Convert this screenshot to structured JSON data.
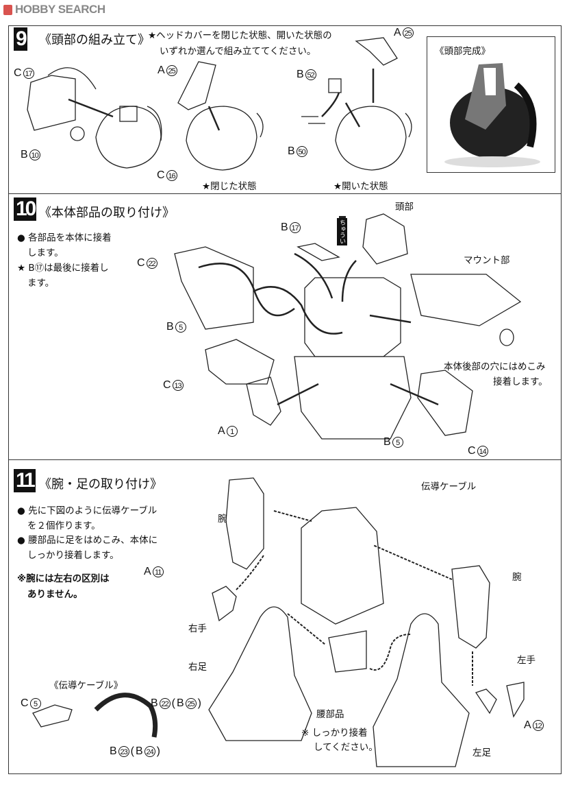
{
  "header": {
    "logo_text": "HOBBY SEARCH"
  },
  "step9": {
    "number": "9",
    "title": "《頭部の組み立て》",
    "note_line1": "★ヘッドカバーを閉じた状態、開いた状態の",
    "note_line2": "いずれか選んで組み立ててください。",
    "parts": [
      {
        "letter": "C",
        "num": "17"
      },
      {
        "letter": "B",
        "num": "10"
      },
      {
        "letter": "C",
        "num": "16"
      },
      {
        "letter": "A",
        "num": "25"
      },
      {
        "letter": "B",
        "num": "52"
      },
      {
        "letter": "B",
        "num": "50"
      },
      {
        "letter": "A",
        "num": "25"
      }
    ],
    "closed_label": "★閉じた状態",
    "open_label": "★開いた状態",
    "photo_caption": "《頭部完成》"
  },
  "step10": {
    "number": "10",
    "title": "《本体部品の取り付け》",
    "bullet1_line1": "● 各部品を本体に接着",
    "bullet1_line2": "します。",
    "bullet2_line1": "★ B⑰は最後に接着し",
    "bullet2_line2": "ます。",
    "caution_arrow": "ちゅうい",
    "head_label": "頭部",
    "mount_label": "マウント部",
    "rear_note_line1": "本体後部の穴にはめこみ",
    "rear_note_line2": "接着します。",
    "parts": [
      {
        "letter": "B",
        "num": "17"
      },
      {
        "letter": "C",
        "num": "22"
      },
      {
        "letter": "B",
        "num": "5"
      },
      {
        "letter": "C",
        "num": "13"
      },
      {
        "letter": "A",
        "num": "1"
      },
      {
        "letter": "B",
        "num": "5"
      },
      {
        "letter": "C",
        "num": "14"
      }
    ]
  },
  "step11": {
    "number": "11",
    "title": "《腕・足の取り付け》",
    "bullet1_line1": "● 先に下図のように伝導ケーブル",
    "bullet1_line2": "を２個作ります。",
    "bullet2_line1": "● 腰部品に足をはめこみ、本体に",
    "bullet2_line2": "しっかり接着します。",
    "remark_line1": "※腕には左右の区別は",
    "remark_line2": "ありません。",
    "cable_label": "伝導ケーブル",
    "arm_label_left": "腕",
    "arm_label_right": "腕",
    "right_hand": "右手",
    "left_hand": "左手",
    "right_leg": "右足",
    "left_leg": "左足",
    "waist": "腰部品",
    "glue_note_line1": "※ しっかり接着",
    "glue_note_line2": "してください。",
    "cable_sub_title": "《伝導ケーブル》",
    "parts": [
      {
        "letter": "A",
        "num": "11"
      },
      {
        "letter": "A",
        "num": "12"
      },
      {
        "letter": "C",
        "num": "5"
      },
      {
        "letter": "B",
        "num": "22"
      },
      {
        "letter": "B",
        "num": "25"
      },
      {
        "letter": "B",
        "num": "23"
      },
      {
        "letter": "B",
        "num": "24"
      }
    ]
  }
}
